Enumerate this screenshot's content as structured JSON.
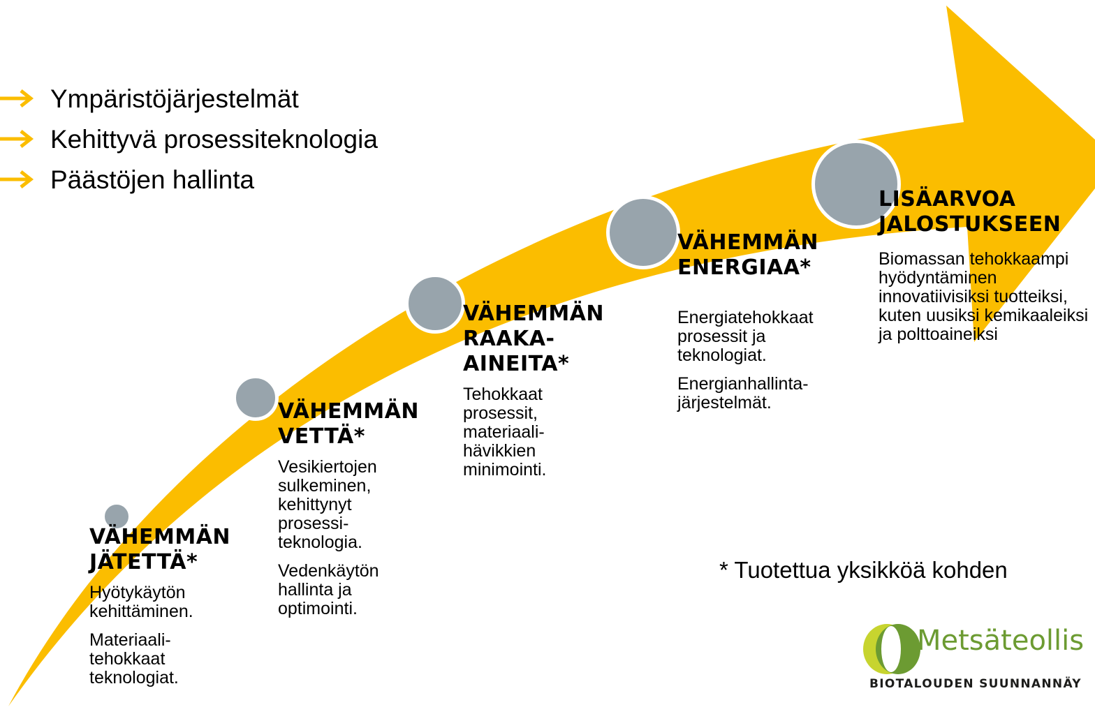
{
  "bullets": [
    "Ympäristöjärjestelmät",
    "Kehittyvä prosessiteknologia",
    "Päästöjen hallinta"
  ],
  "stages": [
    {
      "title_lines": [
        "VÄHEMMÄN",
        "JÄTETTÄ*"
      ],
      "desc": [
        "Hyötykäytön kehittäminen.",
        "Materiaali-tehokkaat teknologiat."
      ]
    },
    {
      "title_lines": [
        "VÄHEMMÄN",
        "VETTÄ*"
      ],
      "desc": [
        "Vesikiertojen sulkeminen, kehittynyt prosessi-teknologia.",
        "Vedenkäytön hallinta ja optimointi."
      ]
    },
    {
      "title_lines": [
        "VÄHEMMÄN",
        "RAAKA-",
        "AINEITA*"
      ],
      "desc": [
        "Tehokkaat prosessit, materiaali-hävikkien minimointi."
      ]
    },
    {
      "title_lines": [
        "VÄHEMMÄN",
        "ENERGIAA*"
      ],
      "desc": [
        "Energiatehokkaat prosessit ja teknologiat.",
        "Energianhallinta-järjestelmät."
      ]
    },
    {
      "title_lines": [
        "LISÄARVOA",
        "JALOSTUKSEEN"
      ],
      "desc": [
        "Biomassan tehokkaampi hyödyntäminen innovatiivisiksi tuotteiksi, kuten uusiksi kemikaaleiksi ja polttoaineiksi"
      ]
    }
  ],
  "footnote": "* Tuotettua yksikköä kohden",
  "logo": {
    "name": "Metsäteollis",
    "tagline": "BIOTALOUDEN SUUNNANNÄY"
  },
  "colors": {
    "arrow": "#fbbd00",
    "dot": "#98a4ac",
    "logo_green": "#6c9b32"
  }
}
